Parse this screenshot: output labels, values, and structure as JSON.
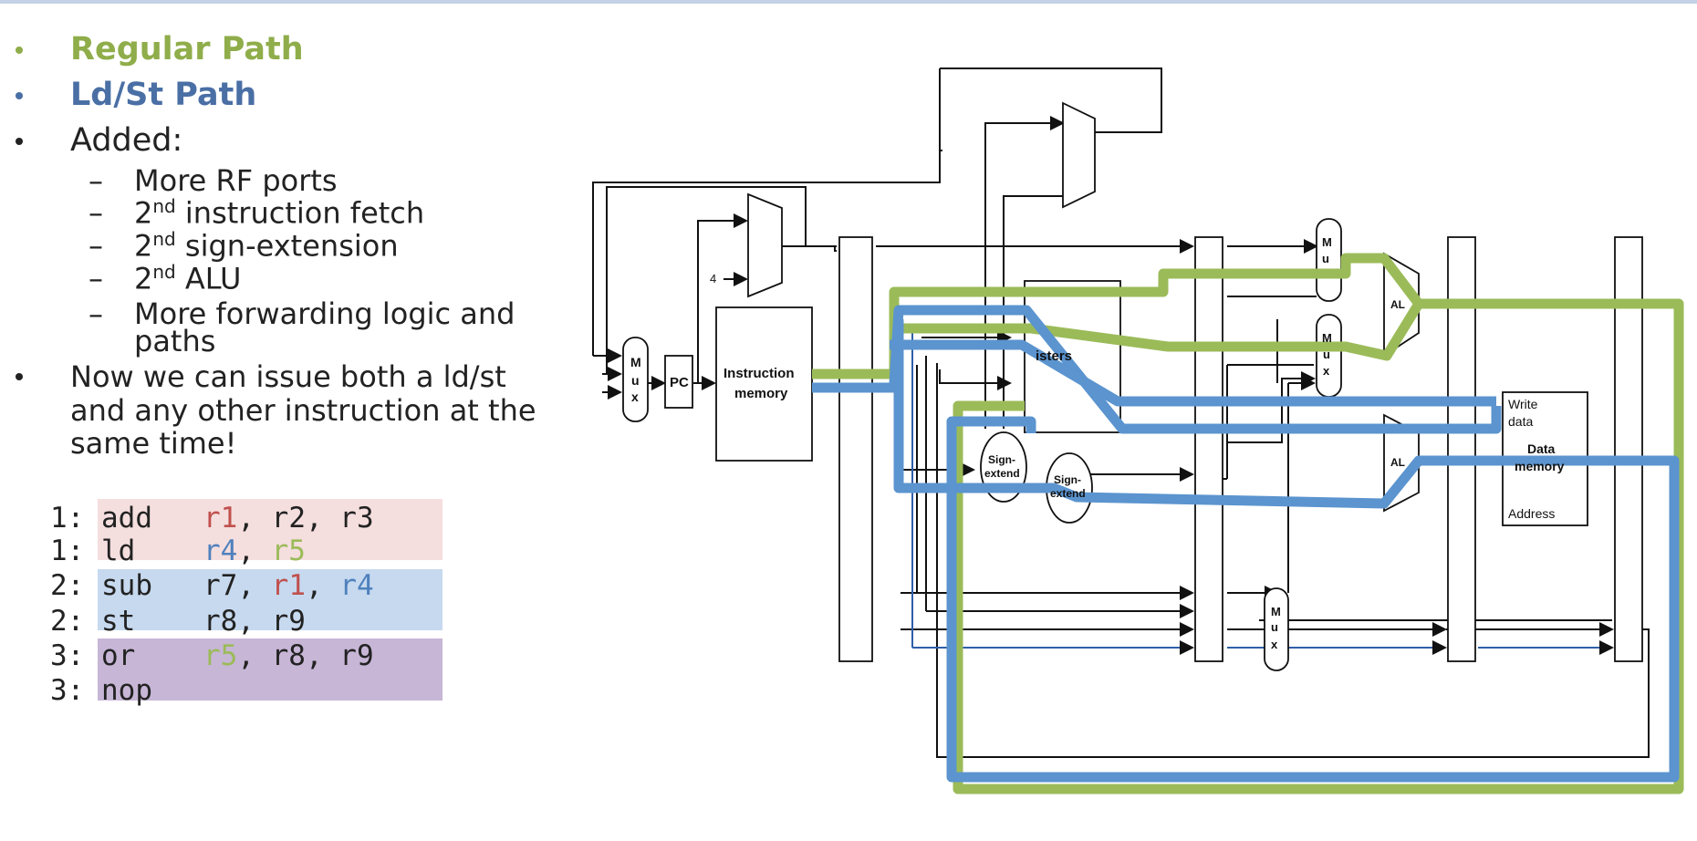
{
  "bullets": [
    {
      "text": "Regular Path",
      "color": "#8fad4a"
    },
    {
      "text": "Ld/St Path",
      "color": "#4a6fa5"
    },
    {
      "text": "Added:"
    }
  ],
  "added_items": [
    {
      "text": "More RF ports"
    },
    {
      "sup": "nd",
      "num": "2",
      "rest": " instruction fetch"
    },
    {
      "sup": "nd",
      "num": "2",
      "rest": " sign-extension"
    },
    {
      "sup": "nd",
      "num": "2",
      "rest": " ALU"
    },
    {
      "text": "More forwarding logic and",
      "text2": "paths"
    }
  ],
  "final_bullet": [
    "Now we can issue both a ld/st",
    "and any other instruction at the",
    "same time!"
  ],
  "dash": "–",
  "code": [
    {
      "cycle": "1:",
      "op": "add",
      "args": [
        {
          "t": "r1",
          "c": "#c0504d"
        },
        {
          "t": ", r2, r3",
          "c": "#222"
        }
      ]
    },
    {
      "cycle": "1:",
      "op": "ld",
      "args": [
        {
          "t": "r4",
          "c": "#4f81bd"
        },
        {
          "t": ", ",
          "c": "#222"
        },
        {
          "t": "r5",
          "c": "#9bbb59"
        }
      ]
    },
    {
      "cycle": "2:",
      "op": "sub",
      "args": [
        {
          "t": "r7, ",
          "c": "#222"
        },
        {
          "t": "r1",
          "c": "#c0504d"
        },
        {
          "t": ", ",
          "c": "#222"
        },
        {
          "t": "r4",
          "c": "#4f81bd"
        }
      ]
    },
    {
      "cycle": "2:",
      "op": "st",
      "args": [
        {
          "t": "r8, r9",
          "c": "#222"
        }
      ]
    },
    {
      "cycle": "3:",
      "op": "or",
      "args": [
        {
          "t": "r5",
          "c": "#9bbb59"
        },
        {
          "t": ", r8, r9",
          "c": "#222"
        }
      ]
    },
    {
      "cycle": "3:",
      "op": "nop",
      "args": []
    }
  ],
  "bands": [
    {
      "color": "#f5dede"
    },
    {
      "color": "#c6d9ef"
    },
    {
      "color": "#c7b6d6"
    }
  ],
  "diagram": {
    "green": "#9bbb59",
    "blue": "#5b94cf",
    "labels": {
      "mux": [
        "M",
        "u",
        "x"
      ],
      "pc": "PC",
      "four": "4",
      "imem1": "Instruction",
      "imem2": "memory",
      "registers": "isters",
      "signext1a": "Sign-",
      "signext1b": "extend",
      "signext2a": "Sign-",
      "signext2b": "extend",
      "alu": "AL",
      "writedata1": "Write",
      "writedata2": "data",
      "datamem1": "Data",
      "datamem2": "memory",
      "address": "Address"
    }
  }
}
